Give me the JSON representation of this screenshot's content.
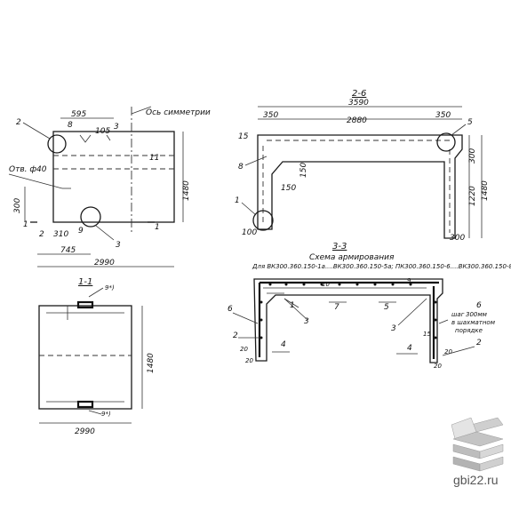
{
  "labels": {
    "section_2_6": "2-6",
    "section_1_1": "1-1",
    "section_3_3": "3-3",
    "axis_symmetry": "Ось симметрии",
    "hole": "Отв. ф40",
    "scheme_title": "Схема армирования",
    "scheme_subtitle": "Для ВК300.360.150-1а....ВК300.360.150-5а; ПК300.360.150-6....ВК300.360.150-8",
    "rebar_note_1": "шаг",
    "rebar_note_2": "300мм",
    "rebar_note_3": "в шахматном",
    "rebar_note_4": "порядке"
  },
  "dims": {
    "d595": "595",
    "d8": "8",
    "d105": "105",
    "d3a": "3",
    "d2a": "2",
    "d1480a": "1480",
    "d300": "300",
    "d310": "310",
    "d9": "9",
    "d745": "745",
    "d2990a": "2990",
    "d11a": "11",
    "d1a": "1",
    "d1b": "1",
    "d2b": "2",
    "d3b": "3",
    "d3590": "3590",
    "d350a": "350",
    "d2880": "2880",
    "d350b": "350",
    "d5a": "5",
    "d15a": "15",
    "d8b": "8",
    "d150a": "150",
    "d150b": "150",
    "d1b2": "1",
    "d100a": "100",
    "d300b": "300",
    "d1220": "1220",
    "d1480b": "1480",
    "d300c": "300",
    "d9sup_a": "9*)",
    "d1480c": "1480",
    "d9sup_b": "9*)",
    "d2990b": "2990",
    "r6": "6",
    "r2": "2",
    "r20a": "20",
    "r4": "4",
    "r1": "1",
    "r7": "7",
    "r5": "5",
    "r3a": "3",
    "r3b": "3",
    "r9": "9",
    "r15": "15",
    "r20b": "20",
    "r10": "10",
    "r6b": "6",
    "r2b": "2",
    "r2c": "2",
    "r4b": "4",
    "r20c": "20",
    "r20d": "20"
  },
  "brand": {
    "site": "gbi22.ru",
    "logo": "cube-stack-logo"
  }
}
